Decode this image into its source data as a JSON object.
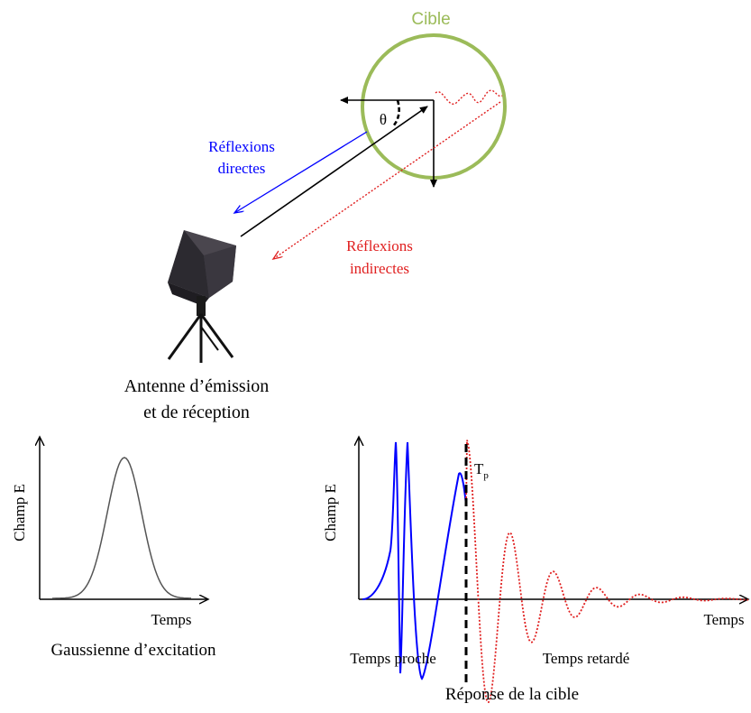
{
  "top": {
    "target_label": "Cible",
    "angle_label": "θ",
    "direct_label": [
      "Réflexions",
      "directes"
    ],
    "indirect_label": [
      "Réflexions",
      "indirectes"
    ],
    "antenna_label": [
      "Antenne d’émission",
      "et de réception"
    ]
  },
  "left_plot": {
    "ylabel": "Champ E",
    "xlabel": "Temps",
    "caption": "Gaussienne d’excitation"
  },
  "right_plot": {
    "ylabel": "Champ E",
    "xlabel": "Temps",
    "marker_label": "T",
    "marker_sub": "p",
    "near_label": "Temps proche",
    "late_label": "Temps retardé",
    "caption": "Réponse de la cible"
  },
  "colors": {
    "target": "#9bbb59",
    "direct": "#0000ff",
    "indirect": "#e02020",
    "axis": "#000000"
  }
}
